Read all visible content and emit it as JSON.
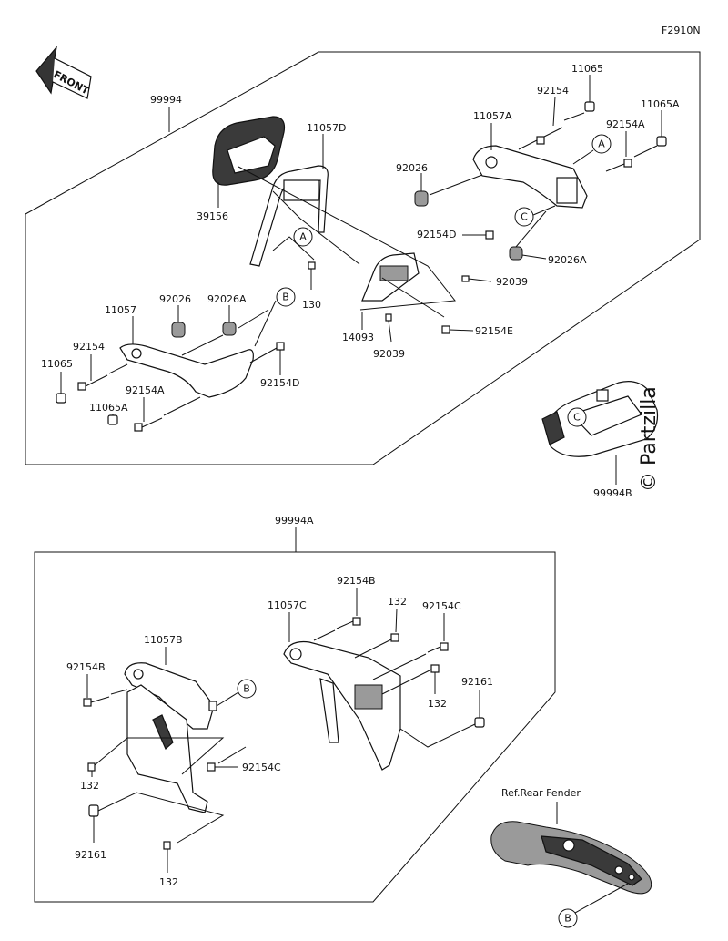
{
  "diagram_code": "F2910N",
  "front_label": "FRONT",
  "watermark": "© Partzilla",
  "ref_rear_fender": "Ref.Rear Fender",
  "groups": {
    "top": "99994",
    "bottom": "99994A",
    "rack": "99994B"
  },
  "parts": {
    "p_11065_tr": "11065",
    "p_92154_tr": "92154",
    "p_11065A_tr": "11065A",
    "p_11057A": "11057A",
    "p_92154A_tr": "92154A",
    "p_11057D": "11057D",
    "p_92026_tr": "92026",
    "p_39156": "39156",
    "p_92154D_tr": "92154D",
    "p_92026A_tr": "92026A",
    "p_92039_r": "92039",
    "p_92154E": "92154E",
    "p_14093": "14093",
    "p_92039_b": "92039",
    "p_130": "130",
    "p_92026_l": "92026",
    "p_92026A_l": "92026A",
    "p_11057": "11057",
    "p_92154_l": "92154",
    "p_11065_l": "11065",
    "p_92154A_l": "92154A",
    "p_11065A_l": "11065A",
    "p_92154D_l": "92154D",
    "p_92154B_top": "92154B",
    "p_132_top": "132",
    "p_92154C_top": "92154C",
    "p_11057C": "11057C",
    "p_92154B_l": "92154B",
    "p_11057B": "11057B",
    "p_132_mid": "132",
    "p_92161_r": "92161",
    "p_132_l": "132",
    "p_92154C_l": "92154C",
    "p_92161_l": "92161",
    "p_132_bot": "132"
  },
  "refs": {
    "A": "A",
    "B": "B",
    "C": "C"
  }
}
